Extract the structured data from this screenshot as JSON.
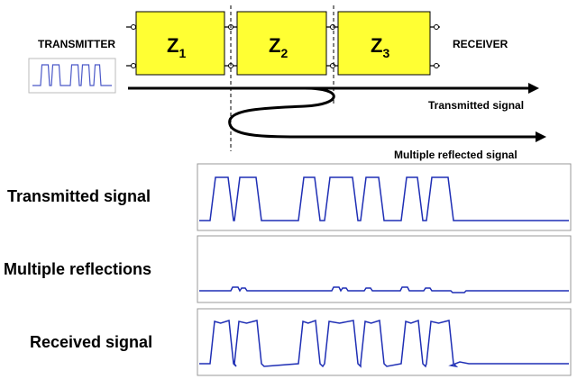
{
  "top": {
    "transmitter_label": "TRANSMITTER",
    "receiver_label": "RECEIVER",
    "blocks": [
      {
        "main": "Z",
        "sub": "1"
      },
      {
        "main": "Z",
        "sub": "2"
      },
      {
        "main": "Z",
        "sub": "3"
      }
    ],
    "transmitted_signal_label": "Transmitted signal",
    "reflected_signal_label": "Multiple reflected signal"
  },
  "panels": [
    {
      "label": "Transmitted signal"
    },
    {
      "label": "Multiple reflections"
    },
    {
      "label": "Received signal"
    }
  ],
  "colors": {
    "block_fill": "#ffff33",
    "waveform": "#1f2fb5",
    "panel_border": "#999999",
    "line": "#000000"
  }
}
